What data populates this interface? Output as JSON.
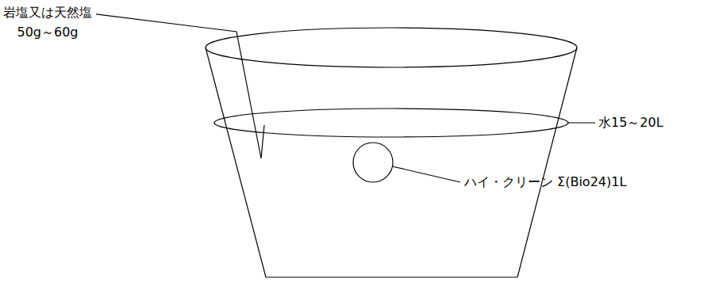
{
  "diagram": {
    "labels": [
      "岩塩又は天然塩 50g～60g",
      "水15～20L",
      "ハイ・クリーン Σ(Bio24)1L"
    ]
  }
}
